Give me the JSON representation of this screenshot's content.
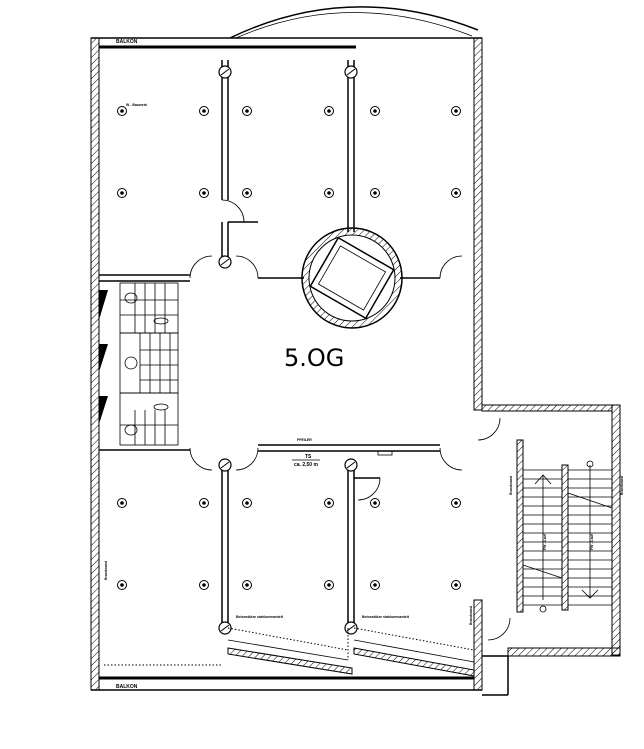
{
  "plan": {
    "floor_label": "5.OG",
    "balcony_top": "BALKON",
    "balcony_bottom": "BALKON",
    "room_note": "W - Bauwerk",
    "door_note": "PFEILER",
    "door_tag": "TS",
    "door_width": "ca. 2,50 m",
    "column_note_1": "Betonstütze stahlummantelt",
    "column_note_2": "Betonstütze stahlummantelt",
    "wall_note_left": "Brandwand",
    "wall_note_right": "Brandwand",
    "stair_note_left": "Brandwand",
    "stair_note_right": "Brandwand",
    "stair_run_up": "FW - Lauf",
    "stair_run_down": "FW - Lauf"
  }
}
